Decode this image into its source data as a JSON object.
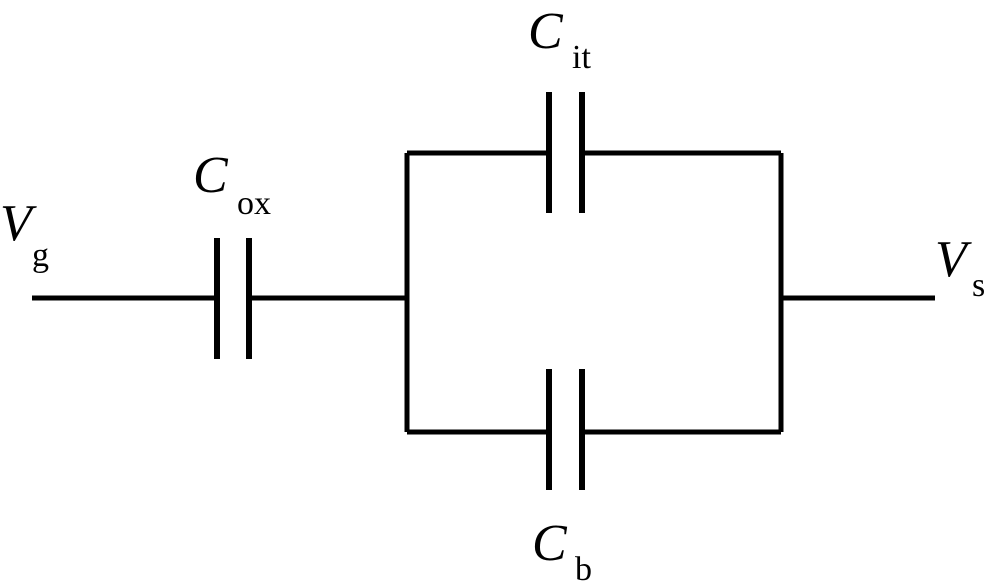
{
  "labels": {
    "vg": {
      "symbol": "V",
      "subscript": "g"
    },
    "cox": {
      "symbol": "C",
      "subscript": "ox"
    },
    "cit": {
      "symbol": "C",
      "subscript": "it"
    },
    "cb": {
      "symbol": "C",
      "subscript": "b"
    },
    "vs": {
      "symbol": "V",
      "subscript": "s"
    }
  }
}
